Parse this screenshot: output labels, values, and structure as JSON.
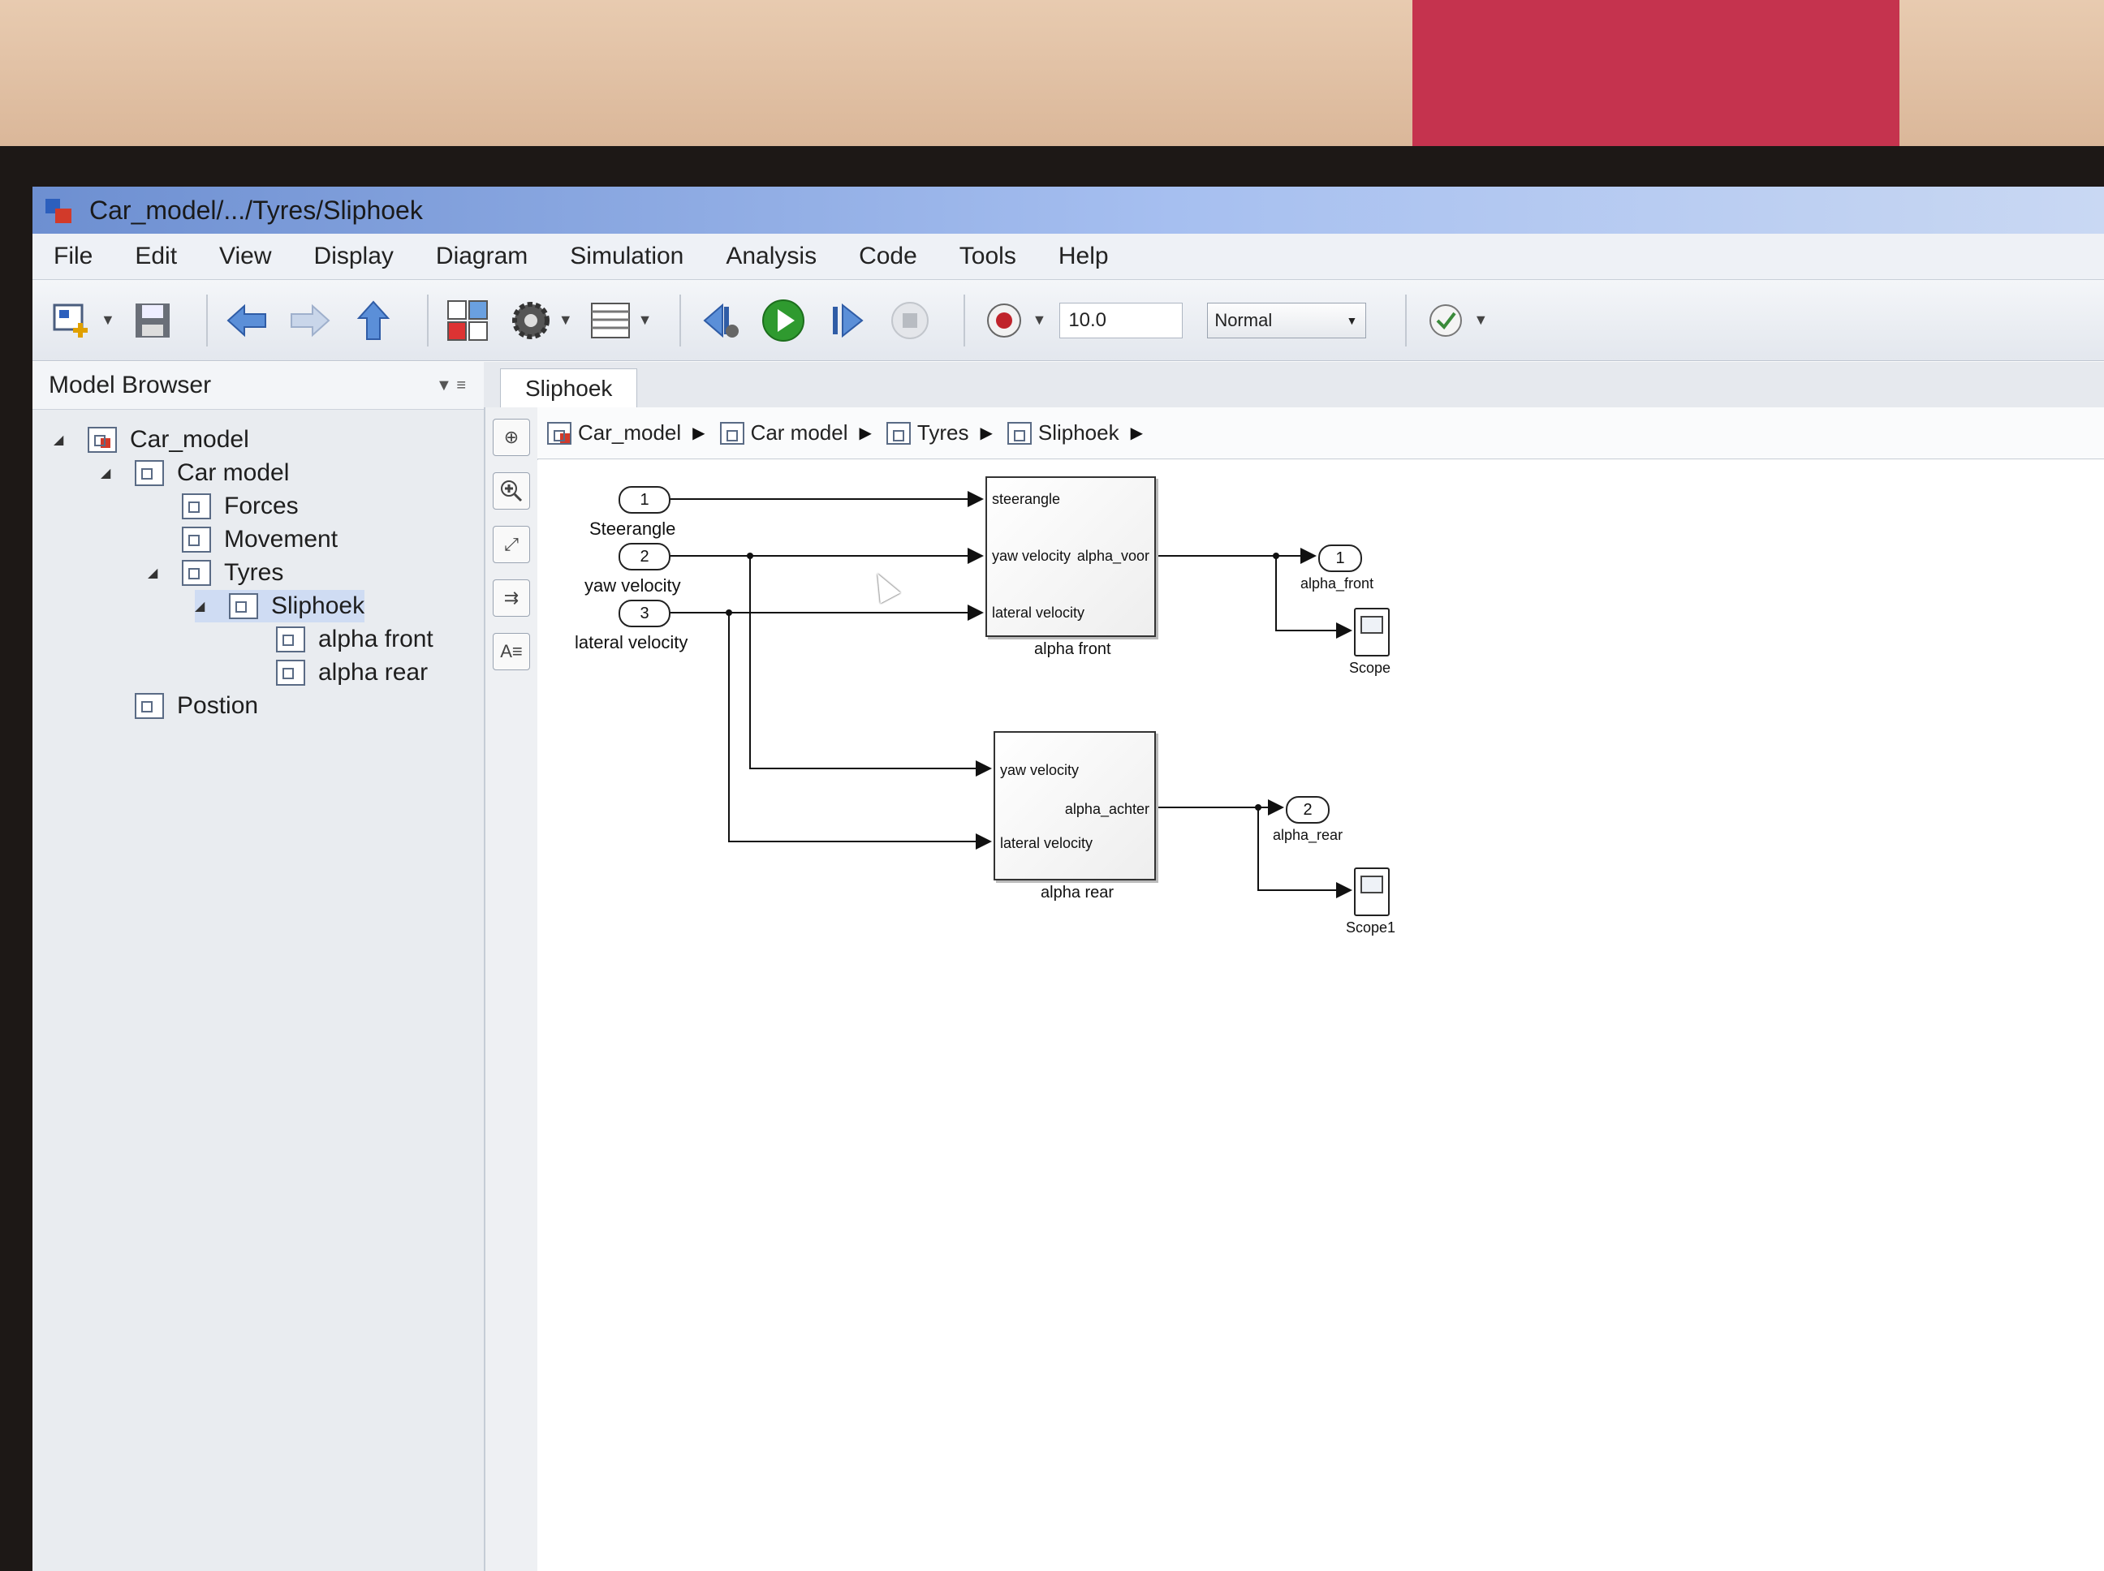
{
  "window": {
    "title": "Car_model/.../Tyres/Sliphoek"
  },
  "menu": [
    "File",
    "Edit",
    "View",
    "Display",
    "Diagram",
    "Simulation",
    "Analysis",
    "Code",
    "Tools",
    "Help"
  ],
  "toolbar": {
    "stop_time": "10.0",
    "sim_mode": "Normal",
    "icons": [
      "new-model-icon",
      "save-icon",
      "back-arrow-icon",
      "forward-arrow-icon",
      "up-arrow-icon",
      "library-browser-icon",
      "gear-icon",
      "model-explorer-icon",
      "step-back-icon",
      "run-icon",
      "step-forward-icon",
      "stop-icon",
      "record-icon",
      "check-icon"
    ],
    "colors": {
      "run": "#2f9a2f",
      "back_arrow": "#3f6fba",
      "record": "#c0242b"
    }
  },
  "browser": {
    "header": "Model Browser",
    "tree": [
      {
        "label": "Car_model",
        "depth": 0,
        "expanded": true
      },
      {
        "label": "Car model",
        "depth": 1,
        "expanded": true
      },
      {
        "label": "Forces",
        "depth": 2
      },
      {
        "label": "Movement",
        "depth": 2
      },
      {
        "label": "Tyres",
        "depth": 2,
        "expanded": true
      },
      {
        "label": "Sliphoek",
        "depth": 3,
        "expanded": true,
        "selected": true
      },
      {
        "label": "alpha front",
        "depth": 4
      },
      {
        "label": "alpha rear",
        "depth": 4
      },
      {
        "label": "Postion",
        "depth": 1
      }
    ]
  },
  "editor": {
    "tab": "Sliphoek",
    "breadcrumb": [
      "Car_model",
      "Car model",
      "Tyres",
      "Sliphoek"
    ]
  },
  "diagram": {
    "inports": [
      {
        "num": "1",
        "label": "Steerangle"
      },
      {
        "num": "2",
        "label": "yaw velocity"
      },
      {
        "num": "3",
        "label": "lateral velocity"
      }
    ],
    "subsystems": [
      {
        "name": "alpha front",
        "in_ports": [
          "steerangle",
          "yaw velocity",
          "lateral velocity"
        ],
        "out_port": "alpha_voor"
      },
      {
        "name": "alpha rear",
        "in_ports": [
          "yaw velocity",
          "lateral velocity"
        ],
        "out_port": "alpha_achter"
      }
    ],
    "outports": [
      {
        "num": "1",
        "label": "alpha_front"
      },
      {
        "num": "2",
        "label": "alpha_rear"
      }
    ],
    "scopes": [
      "Scope",
      "Scope1"
    ]
  }
}
